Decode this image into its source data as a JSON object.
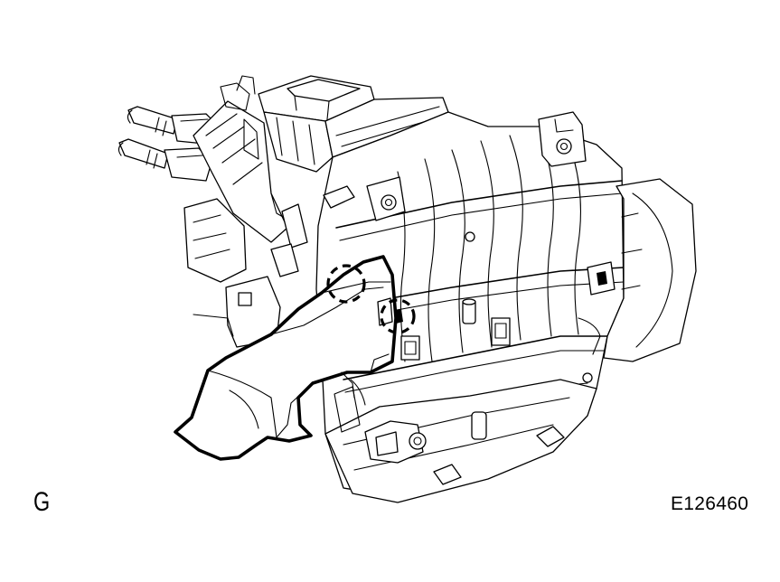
{
  "figure": {
    "corner_letter": "G",
    "figure_code": "E126460"
  },
  "icons": {
    "illustration": "heater-unit-duct-removal-illustration"
  }
}
